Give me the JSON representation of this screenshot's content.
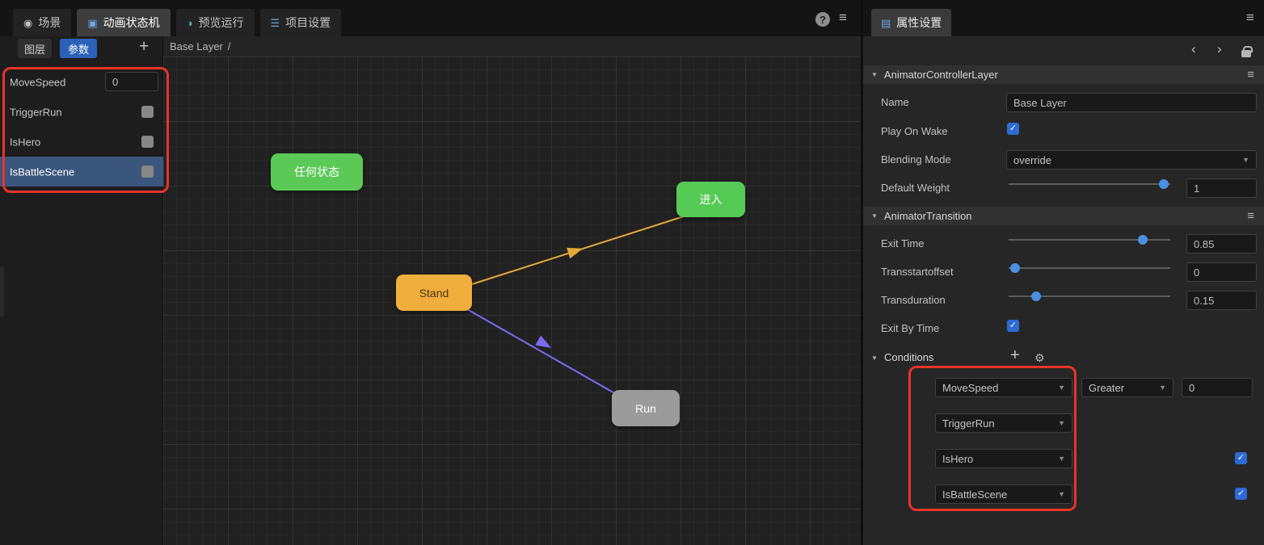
{
  "icons": {
    "check": "✓",
    "caret_down": "▼",
    "section_collapse": "▼",
    "plus": "+",
    "menu": "≡",
    "help": "?",
    "nav_back": "‹",
    "nav_forward": "›",
    "gear": "⚙",
    "scene_tab": "◉",
    "state_machine_tab": "▣",
    "preview_tab": "◑",
    "project_tab": "☰",
    "inspector_tab": "▤"
  },
  "topbar": {
    "tabs": [
      {
        "label": "场景",
        "active": false
      },
      {
        "label": "动画状态机",
        "active": true
      },
      {
        "label": "预览运行",
        "active": false
      },
      {
        "label": "项目设置",
        "active": false
      }
    ]
  },
  "sidebar": {
    "layers_tab": "图层",
    "params_tab": "参数",
    "parameters": [
      {
        "name": "MoveSpeed",
        "value": "0"
      },
      {
        "name": "TriggerRun",
        "checked": false
      },
      {
        "name": "IsHero",
        "checked": false
      },
      {
        "name": "IsBattleScene",
        "checked": false,
        "selected": true
      }
    ]
  },
  "canvas": {
    "breadcrumb": "Base Layer",
    "breadcrumb_separator": "/",
    "nodes": {
      "any_state": "任何状态",
      "enter": "进入",
      "stand": "Stand",
      "run": "Run"
    }
  },
  "inspector": {
    "tab": "属性设置",
    "layer_section": {
      "title": "AnimatorControllerLayer",
      "name_label": "Name",
      "name_value": "Base Layer",
      "play_on_wake_label": "Play On Wake",
      "play_on_wake_checked": true,
      "blending_mode_label": "Blending Mode",
      "blending_mode_value": "override",
      "default_weight_label": "Default Weight",
      "default_weight_value": "1"
    },
    "transition_section": {
      "title": "AnimatorTransition",
      "exit_time_label": "Exit Time",
      "exit_time_value": "0.85",
      "transstartoffset_label": "Transstartoffset",
      "transstartoffset_value": "0",
      "transduration_label": "Transduration",
      "transduration_value": "0.15",
      "exit_by_time_label": "Exit By Time",
      "exit_by_time_checked": true
    },
    "conditions_section": {
      "title": "Conditions",
      "rows": [
        {
          "param": "MoveSpeed",
          "op": "Greater",
          "value": "0"
        },
        {
          "param": "TriggerRun"
        },
        {
          "param": "IsHero",
          "checked": true
        },
        {
          "param": "IsBattleScene",
          "checked": true
        }
      ]
    }
  }
}
